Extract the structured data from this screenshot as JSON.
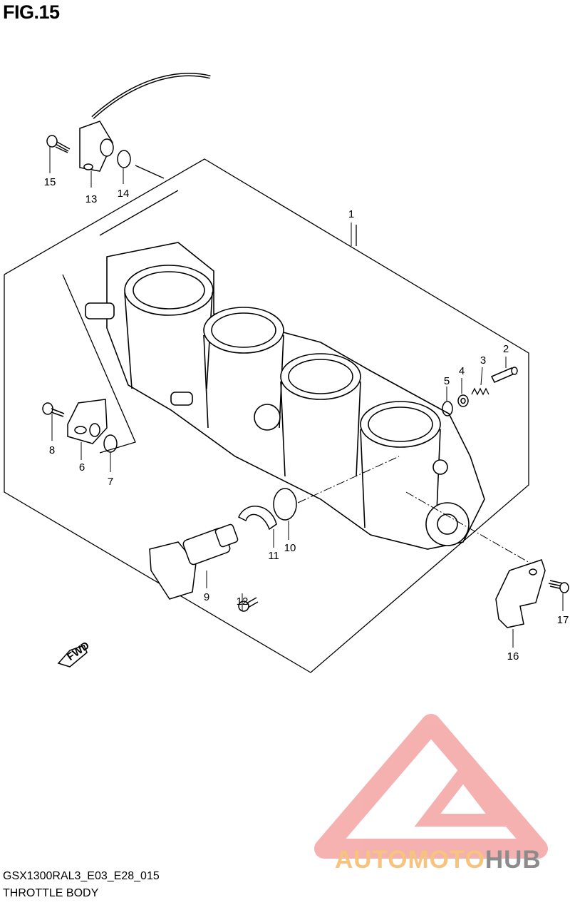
{
  "figure": {
    "title": "FIG.15"
  },
  "parts": [
    {
      "id": "1",
      "label": "1"
    },
    {
      "id": "2",
      "label": "2"
    },
    {
      "id": "3",
      "label": "3"
    },
    {
      "id": "4",
      "label": "4"
    },
    {
      "id": "5",
      "label": "5"
    },
    {
      "id": "6",
      "label": "6"
    },
    {
      "id": "7",
      "label": "7"
    },
    {
      "id": "8",
      "label": "8"
    },
    {
      "id": "9",
      "label": "9"
    },
    {
      "id": "10",
      "label": "10"
    },
    {
      "id": "11",
      "label": "11"
    },
    {
      "id": "12",
      "label": "12"
    },
    {
      "id": "13",
      "label": "13"
    },
    {
      "id": "14",
      "label": "14"
    },
    {
      "id": "15",
      "label": "15"
    },
    {
      "id": "16",
      "label": "16"
    },
    {
      "id": "17",
      "label": "17"
    }
  ],
  "direction_marker": {
    "text": "FWD"
  },
  "footer": {
    "code": "GSX1300RAL3_E03_E28_015",
    "name": "THROTTLE BODY"
  },
  "watermark": {
    "text_a": "AUTOMOTO",
    "text_b": "HUB",
    "color_a": "#f6c47e",
    "color_b": "#8c8c8c",
    "triangle_color": "#f4a3a3"
  },
  "colors": {
    "line": "#000000",
    "background": "#ffffff"
  }
}
